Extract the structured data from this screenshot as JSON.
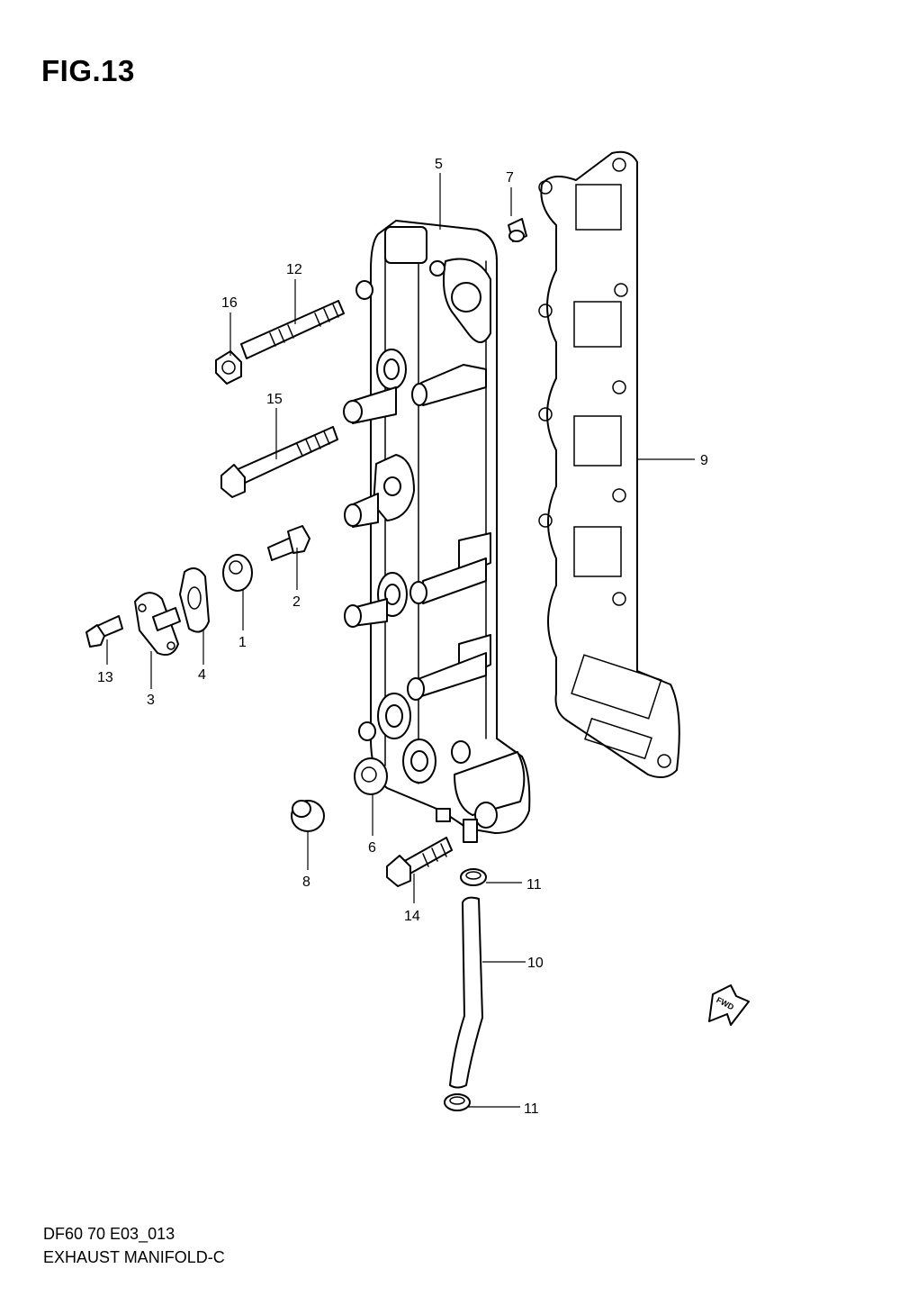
{
  "figure": {
    "title": "FIG.13"
  },
  "footer": {
    "model_code": "DF60 70 E03_013",
    "section_name": "EXHAUST MANIFOLD-C"
  },
  "parts": [
    {
      "ref": "1"
    },
    {
      "ref": "2"
    },
    {
      "ref": "3"
    },
    {
      "ref": "4"
    },
    {
      "ref": "5"
    },
    {
      "ref": "6"
    },
    {
      "ref": "7"
    },
    {
      "ref": "8"
    },
    {
      "ref": "9"
    },
    {
      "ref": "10"
    },
    {
      "ref": "11"
    },
    {
      "ref": "11"
    },
    {
      "ref": "12"
    },
    {
      "ref": "13"
    },
    {
      "ref": "14"
    },
    {
      "ref": "15"
    },
    {
      "ref": "16"
    }
  ],
  "direction_marker": {
    "text": "FWD"
  }
}
